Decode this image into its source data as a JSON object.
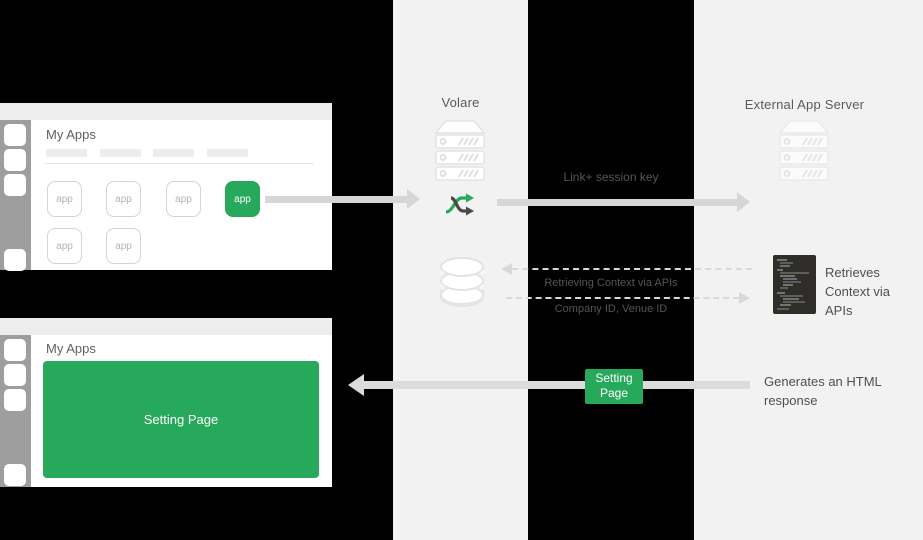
{
  "colors": {
    "accent_green": "#27a95b",
    "column_bg": "#f2f2f2",
    "arrow_gray": "#d6d6d6",
    "canvas_bg": "#000000"
  },
  "app_window_top": {
    "title": "My Apps",
    "tiles": [
      "app",
      "app",
      "app",
      "app",
      "app",
      "app"
    ],
    "active_tile_index": 3
  },
  "app_window_bottom": {
    "title": "My Apps",
    "page_label": "Setting Page"
  },
  "volare": {
    "label": "Volare"
  },
  "external": {
    "label": "External App Server",
    "retrieves_note": "Retrieves Context via APIs",
    "generates_note": "Generates an HTML response"
  },
  "flows": {
    "link_session": "Link+ session key",
    "retrieving_context": "Retrieving Context via APIs",
    "company_venue": "Company ID, Venue ID",
    "setting_badge": "Setting Page"
  }
}
